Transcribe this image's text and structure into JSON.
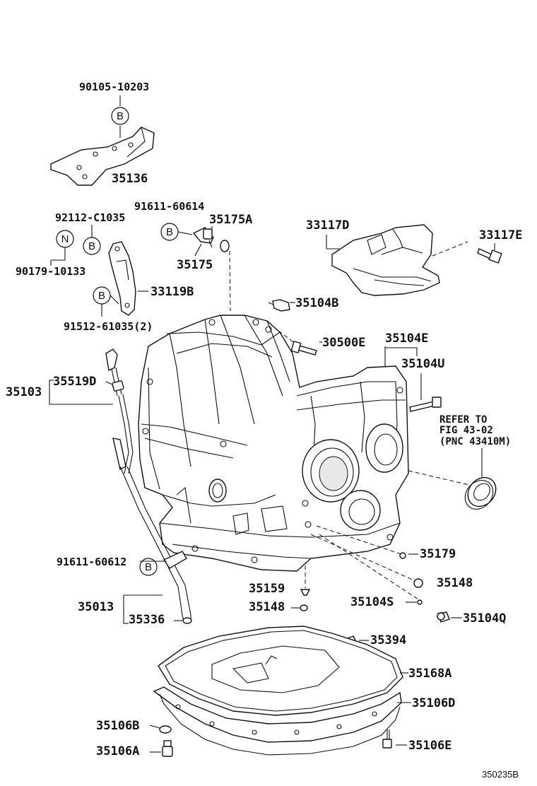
{
  "diagram_code": "350235B",
  "refer_note": {
    "line1": "REFER TO",
    "line2": "FIG 43-02",
    "line3": "(PNC 43410M)"
  },
  "symbol_b": "B",
  "symbol_n": "N",
  "labels": {
    "p90105": "90105-10203",
    "p35136": "35136",
    "p91611_60614": "91611-60614",
    "p92112": "92112-C1035",
    "p35175A": "35175A",
    "p35175": "35175",
    "p90179": "90179-10133",
    "p33119B": "33119B",
    "p91512": "91512-61035(2)",
    "p33117D": "33117D",
    "p33117E": "33117E",
    "p35104B": "35104B",
    "p30500E": "30500E",
    "p35104E": "35104E",
    "p35104U": "35104U",
    "p35519D": "35519D",
    "p35103": "35103",
    "p35179": "35179",
    "p91611_60612": "91611-60612",
    "p35148a": "35148",
    "p35159": "35159",
    "p35148b": "35148",
    "p35104S": "35104S",
    "p35013": "35013",
    "p35336": "35336",
    "p35104Q": "35104Q",
    "p35394": "35394",
    "p35168A": "35168A",
    "p35106D": "35106D",
    "p35106B": "35106B",
    "p35106E": "35106E",
    "p35106A": "35106A"
  }
}
